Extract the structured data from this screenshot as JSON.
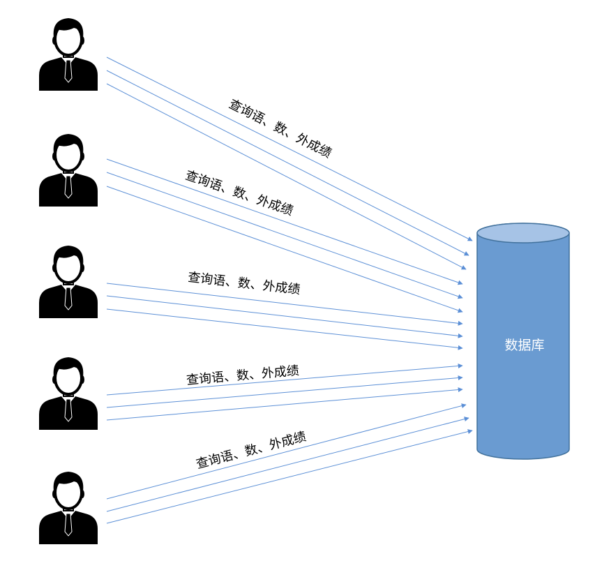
{
  "colors": {
    "arrow": "#5b8fd6",
    "db_fill": "#6a9bd1",
    "db_top": "#a6c3e6",
    "db_stroke": "#41719c",
    "person": "#000000"
  },
  "icons": [
    "user-icon",
    "user-icon",
    "user-icon",
    "user-icon",
    "user-icon"
  ],
  "database": {
    "label": "数据库"
  },
  "query_labels": [
    "查询语、数、外成绩",
    "查询语、数、外成绩",
    "查询语、数、外成绩",
    "查询语、数、外成绩",
    "查询语、数、外成绩"
  ]
}
